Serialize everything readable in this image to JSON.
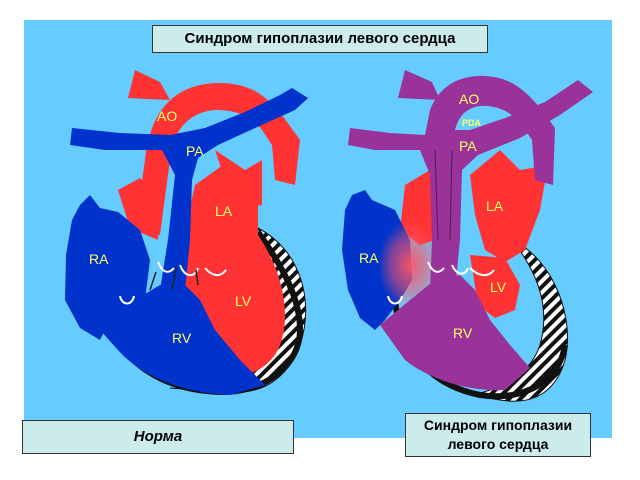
{
  "title": "Синдром гипоплазии левого сердца",
  "left_caption": "Норма",
  "right_caption": {
    "line1": "Синдром гипоплазии",
    "line2": "левого сердца"
  },
  "normal_heart": {
    "labels": {
      "ao": "AO",
      "pa": "PA",
      "la": "LA",
      "ra": "RA",
      "lv": "LV",
      "rv": "RV"
    }
  },
  "hlhs_heart": {
    "labels": {
      "ao": "AO",
      "pda": "PDA",
      "pa": "PA",
      "la": "LA",
      "ra": "RA",
      "lv": "LV",
      "rv": "RV"
    }
  },
  "colors": {
    "background_panel": "#66ccff",
    "oxygenated": "#ff3333",
    "deoxygenated": "#0033cc",
    "mixed": "#993399",
    "label": "#ffff66",
    "caption_box": "#ccecec"
  }
}
